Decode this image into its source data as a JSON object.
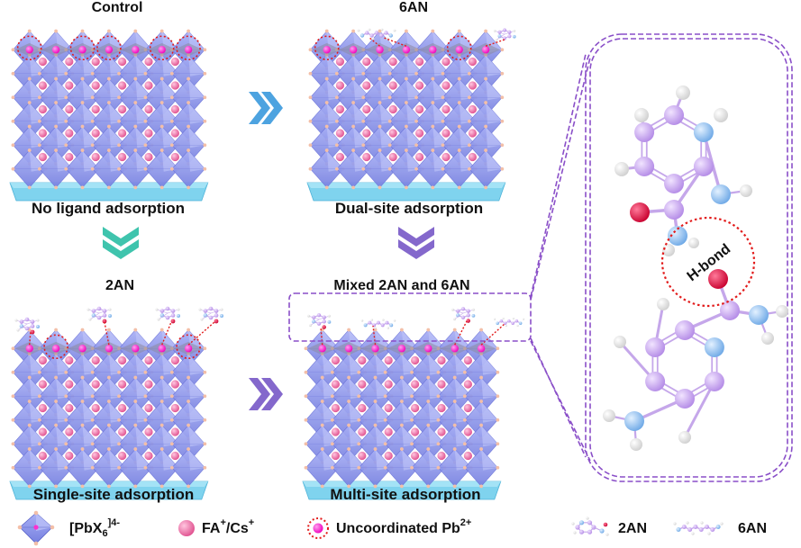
{
  "panels": {
    "control": {
      "title": "Control",
      "caption": "No ligand adsorption"
    },
    "an6": {
      "title": "6AN",
      "caption": "Dual-site adsorption"
    },
    "an2": {
      "title": "2AN",
      "caption": "Single-site adsorption"
    },
    "mixed": {
      "title": "Mixed 2AN and 6AN",
      "caption": "Multi-site adsorption"
    }
  },
  "zoom": {
    "bond_label": "H-bond"
  },
  "legend": {
    "octahedron_base": "[PbX",
    "octahedron_sub": "6",
    "octahedron_sup": "]4-",
    "cation_base": "FA",
    "cation_sup1": "+",
    "cation_mid": "/Cs",
    "cation_sup2": "+",
    "uncoord_base": "Uncoordinated Pb",
    "uncoord_sup": "2+",
    "an2": "2AN",
    "an6": "6AN"
  },
  "colors": {
    "octahedron": "#8f97ec",
    "substrate": "#7fd3ee",
    "cation": "#e86fa8",
    "corner_atom": "#f3bfa8",
    "pb_site": "#ff2fd0",
    "dotted_ring": "#e21b1b",
    "arrow_teal": "#3fc4ad",
    "arrow_blue": "#4da3e0",
    "arrow_purple": "#8468cc",
    "molecule_carbon": "#c7a5ef",
    "molecule_nitrogen": "#8fc0f0",
    "molecule_oxygen": "#e0003f",
    "frame_purple": "#8a4fc8"
  }
}
